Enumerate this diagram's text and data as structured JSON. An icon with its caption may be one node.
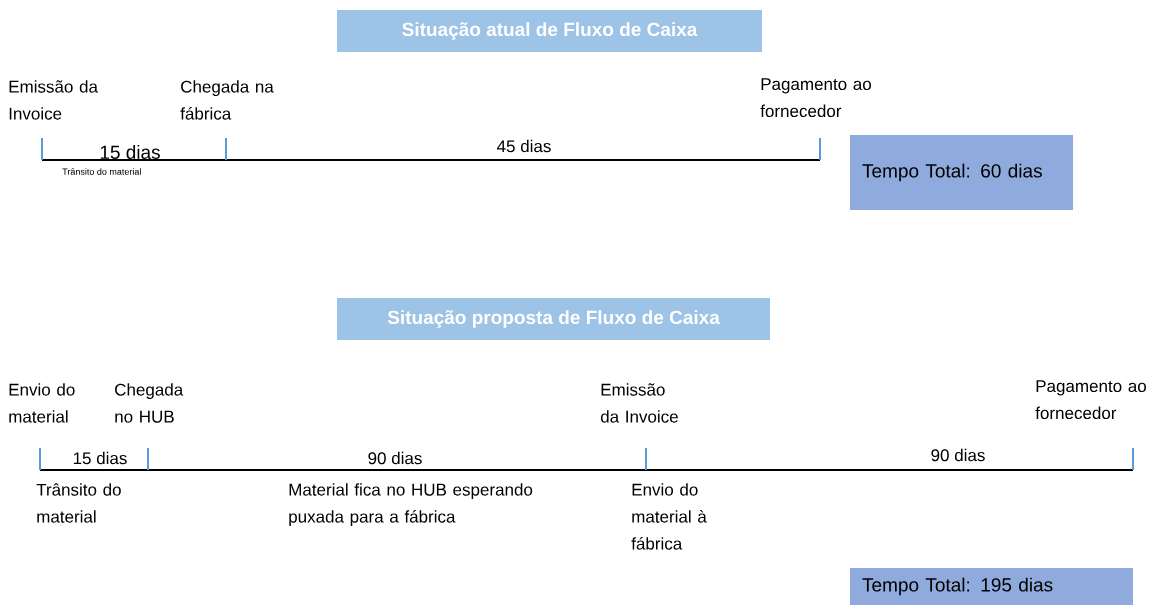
{
  "diagram": {
    "nodes": [
      {
        "text": [
          "Situação atual de Fluxo de Caixa"
        ]
      },
      {
        "text": [
          "Tempo Total: 60 dias"
        ]
      },
      {
        "text": [
          "Situação proposta de Fluxo de Caixa"
        ]
      },
      {
        "text": [
          "Tempo Total: 195 dias"
        ]
      }
    ],
    "labels": [
      "Emissão da Invoice",
      "Chegada na fábrica",
      "Pagamento ao fornecedor",
      "15 dias",
      "45 dias",
      "Trânsito do material",
      "Envio do material",
      "Chegada no HUB",
      "Emissão da Invoice",
      "Pagamento ao fornecedor",
      "15 dias",
      "90 dias",
      "90 dias",
      "Trânsito do material",
      "Material fica no HUB esperando puxada para a fábrica",
      "Envio do material à fábrica"
    ]
  }
}
